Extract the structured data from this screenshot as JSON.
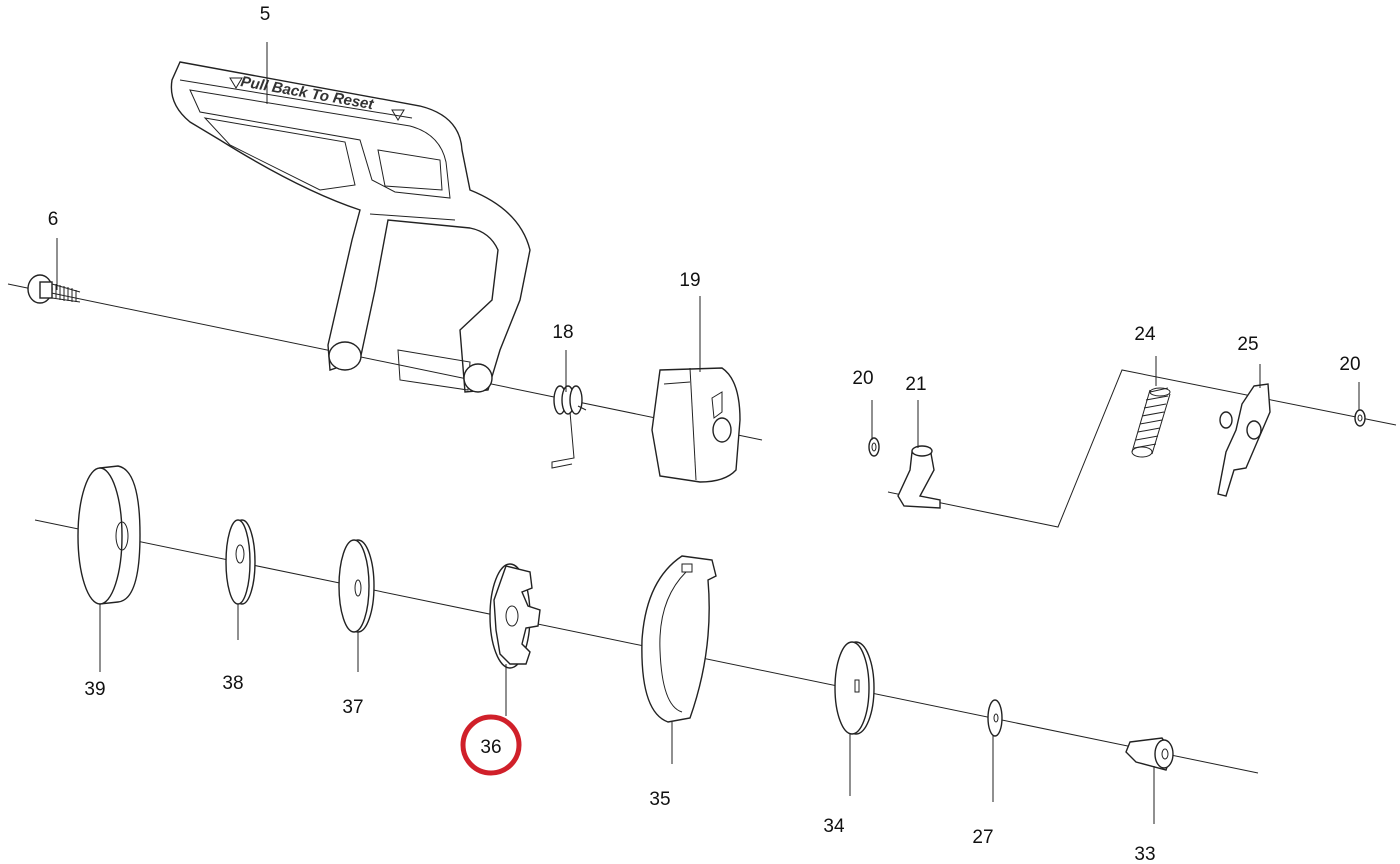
{
  "diagram": {
    "handle_text": "Pull Back To Reset",
    "highlight_color": "#d0202a",
    "highlighted_part": "36",
    "callouts": [
      {
        "id": "p5",
        "label": "5"
      },
      {
        "id": "p6",
        "label": "6"
      },
      {
        "id": "p18",
        "label": "18"
      },
      {
        "id": "p19",
        "label": "19"
      },
      {
        "id": "p20a",
        "label": "20"
      },
      {
        "id": "p21",
        "label": "21"
      },
      {
        "id": "p24",
        "label": "24"
      },
      {
        "id": "p25",
        "label": "25"
      },
      {
        "id": "p20b",
        "label": "20"
      },
      {
        "id": "p39",
        "label": "39"
      },
      {
        "id": "p38",
        "label": "38"
      },
      {
        "id": "p37",
        "label": "37"
      },
      {
        "id": "p36",
        "label": "36"
      },
      {
        "id": "p35",
        "label": "35"
      },
      {
        "id": "p34",
        "label": "34"
      },
      {
        "id": "p27",
        "label": "27"
      },
      {
        "id": "p33",
        "label": "33"
      }
    ]
  }
}
